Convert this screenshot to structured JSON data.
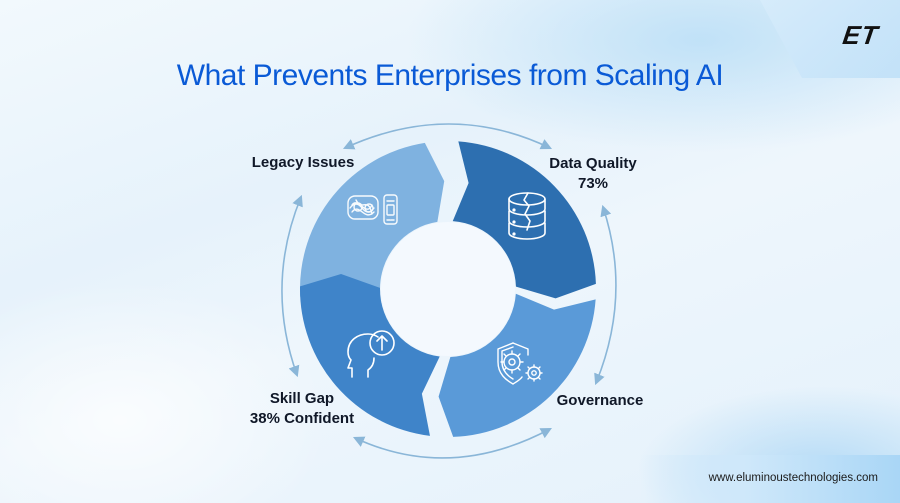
{
  "header": {
    "title": "What Prevents Enterprises from Scaling AI",
    "logo_text": "ET"
  },
  "cycle": {
    "segments": [
      {
        "id": "legacy-issues",
        "label": "Legacy Issues",
        "sublabel": "",
        "icon": "tangled-wires-device-icon",
        "color": "#7fb2e0"
      },
      {
        "id": "data-quality",
        "label": "Data Quality",
        "sublabel": "73%",
        "icon": "broken-database-icon",
        "color": "#2d6fb0"
      },
      {
        "id": "governance",
        "label": "Governance",
        "sublabel": "",
        "icon": "shield-gears-icon",
        "color": "#5a9ad8"
      },
      {
        "id": "skill-gap",
        "label": "Skill Gap",
        "sublabel": "38% Confident",
        "icon": "head-upgrade-icon",
        "color": "#3f84c9"
      }
    ],
    "connector_arrow_color": "#8ab6d8"
  },
  "footer": {
    "website": "www.eluminoustechnologies.com"
  },
  "colors": {
    "title": "#0a5ad6",
    "label_text": "#101828"
  }
}
